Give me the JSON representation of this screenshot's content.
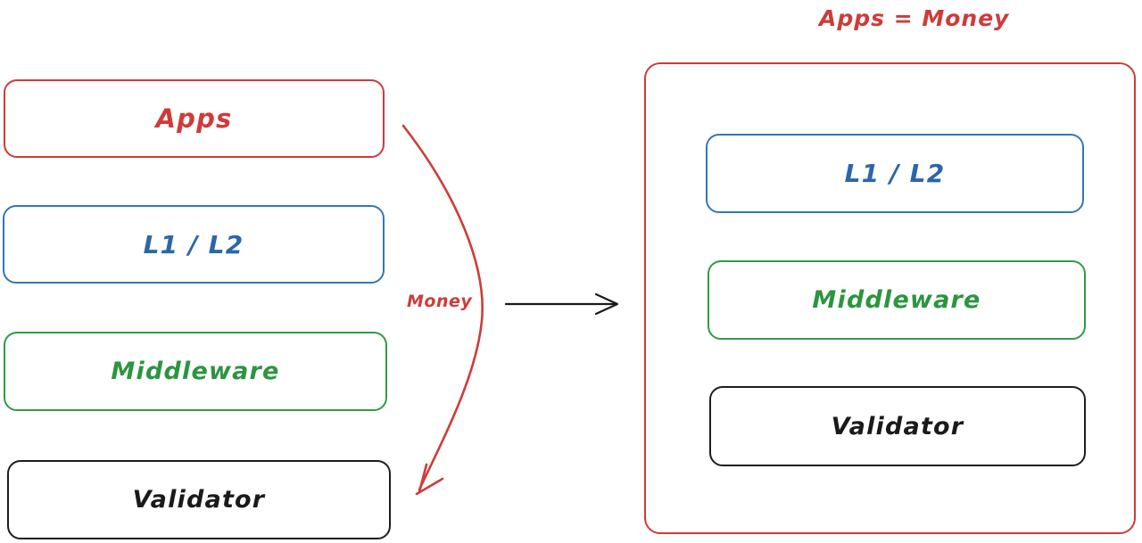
{
  "diagram": {
    "background_color": "#ffffff",
    "palette": {
      "red": "#cf3b38",
      "blue": "#2b66ad",
      "green": "#2b9540",
      "black": "#1a1a1a"
    },
    "left_stack": {
      "name": "layer-stack-before",
      "layers": [
        {
          "label": "Apps",
          "color": "#cf3b38"
        },
        {
          "label": "L1 / L2",
          "color": "#2b66ad"
        },
        {
          "label": "Middleware",
          "color": "#2b9540"
        },
        {
          "label": "Validator",
          "color": "#1a1a1a"
        }
      ]
    },
    "annotations": {
      "money_label": "Money",
      "money_label_color": "#cf3b38",
      "curved_arrow_color": "#cf3b38",
      "transition_arrow_color": "#1a1a1a"
    },
    "right_group": {
      "title": "Apps = Money",
      "title_color": "#cf3b38",
      "border_color": "#cf3b38",
      "layers": [
        {
          "label": "L1 / L2",
          "color": "#2b66ad"
        },
        {
          "label": "Middleware",
          "color": "#2b9540"
        },
        {
          "label": "Validator",
          "color": "#1a1a1a"
        }
      ]
    }
  }
}
